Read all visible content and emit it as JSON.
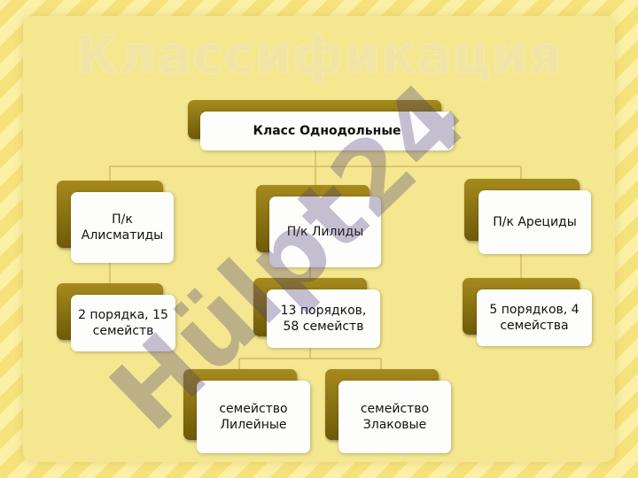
{
  "title": "Классификация",
  "watermark": "Hülpt24",
  "colors": {
    "background": "#f6e27a",
    "box_back": "#8a7212",
    "box_front": "#fdfdfb",
    "line": "#c9b458"
  },
  "nodes": {
    "root": "Класс Однодольные",
    "alismatids": "П/к Алисматиды",
    "lilids": "П/к Лилиды",
    "arecids": "П/к Арециды",
    "alismatids_orders": "2 порядка, 15 семейств",
    "lilids_orders": "13 порядков, 58 семейств",
    "arecids_orders": "5 порядков, 4 семейства",
    "liliaceae": "семейство Лилейные",
    "poaceae": "семейство Злаковые"
  }
}
